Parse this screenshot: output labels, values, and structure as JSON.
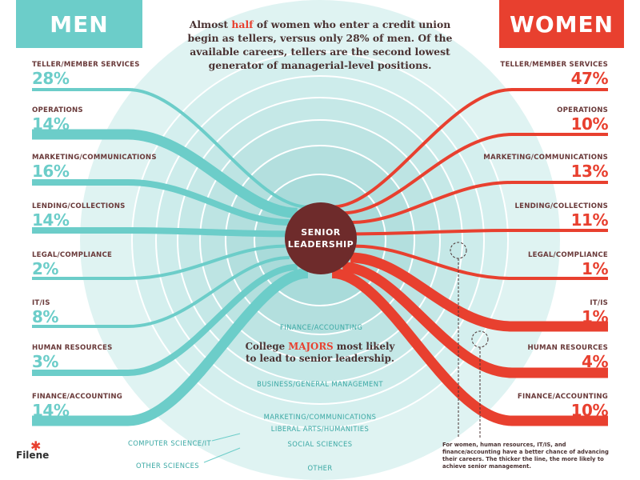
{
  "header": {
    "men_title": "MEN",
    "women_title": "WOMEN",
    "headline_part1": "Almost ",
    "headline_highlight": "half",
    "headline_part2": " of women who enter a credit union begin as tellers, versus only 28% of men. Of the available careers, tellers are the second lowest generator of managerial-level positions."
  },
  "center": {
    "line1": "SENIOR",
    "line2": "LEADERSHIP"
  },
  "majors": {
    "title_part1": "College ",
    "title_highlight": "MAJORS",
    "title_part2": " most likely to lead to senior leadership.",
    "items": [
      "FINANCE/ACCOUNTING",
      "BUSINESS/GENERAL MANAGEMENT",
      "MARKETING/COMMUNICATIONS",
      "LIBERAL ARTS/HUMANITIES",
      "SOCIAL SCIENCES",
      "OTHER",
      "COMPUTER SCIENCE/IT",
      "OTHER SCIENCES"
    ]
  },
  "footnote": "For women, human resources, IT/IS, and finance/accounting have a better chance of advancing their careers. The thicker the line, the more likely to achieve senior management.",
  "logo": "Filene",
  "colors": {
    "men": "#6ccdc9",
    "women": "#e8402f",
    "center": "#6e2b2b",
    "rings": "#cdeceb"
  },
  "chart_data": {
    "type": "bar",
    "categories": [
      "TELLER/MEMBER SERVICES",
      "OPERATIONS",
      "MARKETING/COMMUNICATIONS",
      "LENDING/COLLECTIONS",
      "LEGAL/COMPLIANCE",
      "IT/IS",
      "HUMAN RESOURCES",
      "FINANCE/ACCOUNTING"
    ],
    "series": [
      {
        "name": "MEN",
        "values": [
          28,
          14,
          16,
          14,
          2,
          8,
          3,
          14
        ],
        "labels": [
          "28%",
          "14%",
          "16%",
          "14%",
          "2%",
          "8%",
          "3%",
          "14%"
        ]
      },
      {
        "name": "WOMEN",
        "values": [
          47,
          10,
          13,
          11,
          1,
          1,
          4,
          10
        ],
        "labels": [
          "47%",
          "10%",
          "13%",
          "11%",
          "1%",
          "1%",
          "4%",
          "10%"
        ]
      }
    ],
    "senior_leadership_line_strength": {
      "MEN": [
        1,
        3,
        2,
        2,
        1,
        1,
        2,
        3
      ],
      "WOMEN": [
        1,
        1,
        1,
        1,
        1,
        3,
        3,
        3
      ]
    }
  }
}
